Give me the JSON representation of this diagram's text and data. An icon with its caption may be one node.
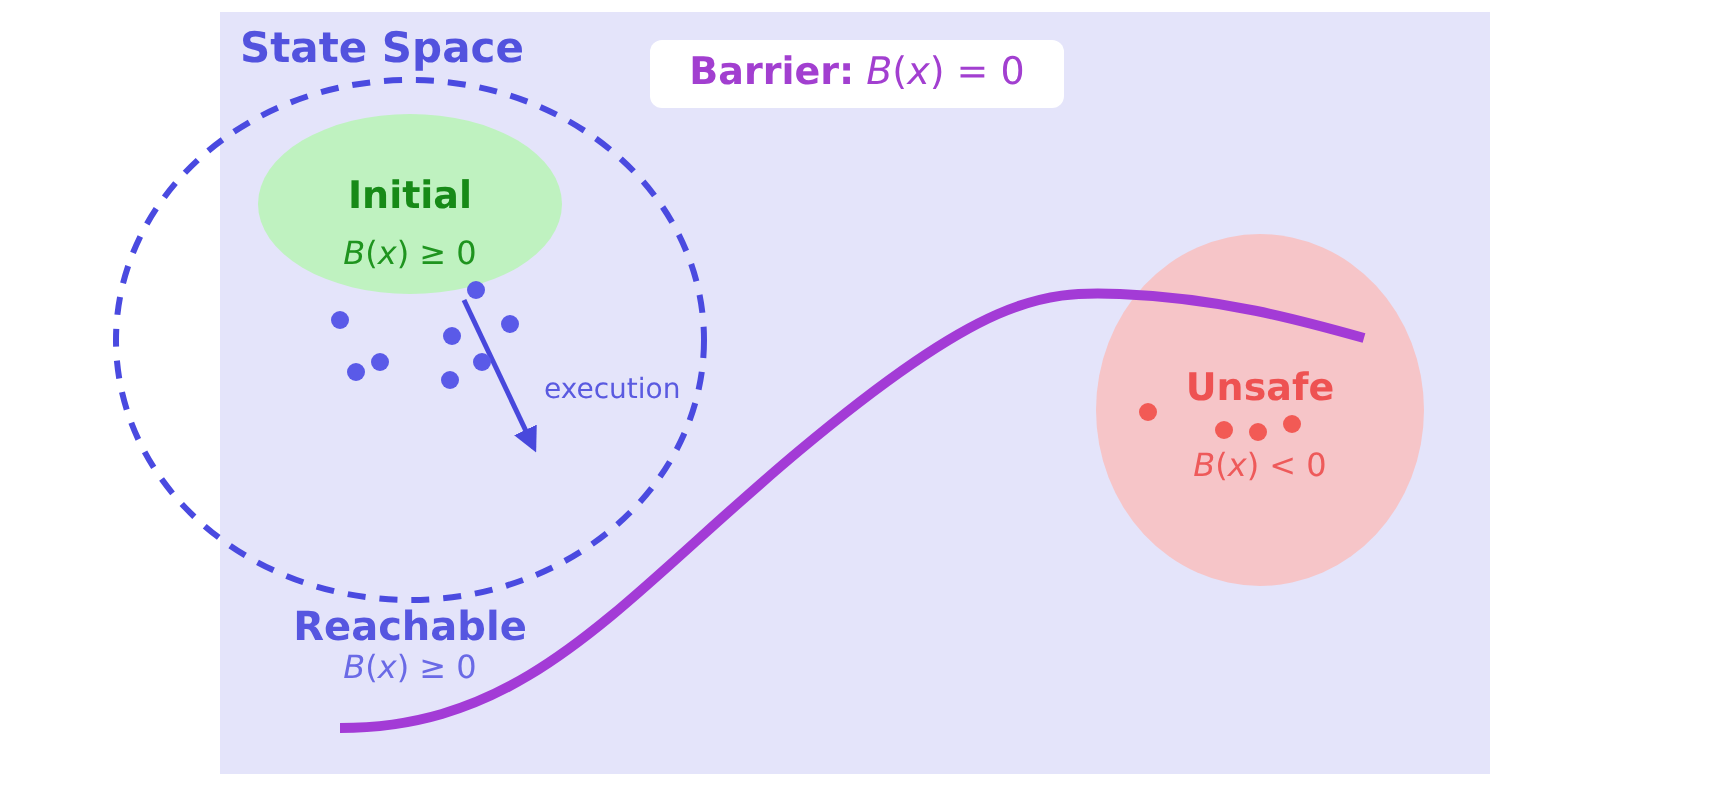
{
  "diagram": {
    "nodes": [
      {
        "text": [
          "Reachable",
          "*B*(*x*) ≥ 0"
        ]
      },
      {
        "text": [
          "Initial",
          "*B*(*x*) ≥ 0"
        ],
        "in": 0
      },
      {
        "text": [
          "Unsafe",
          "*B*(*x*) < 0"
        ]
      },
      {
        "text": [
          "**Barrier:**  *B*(*x*) = 0"
        ]
      }
    ],
    "labels": [
      "State Space",
      "execution"
    ]
  }
}
